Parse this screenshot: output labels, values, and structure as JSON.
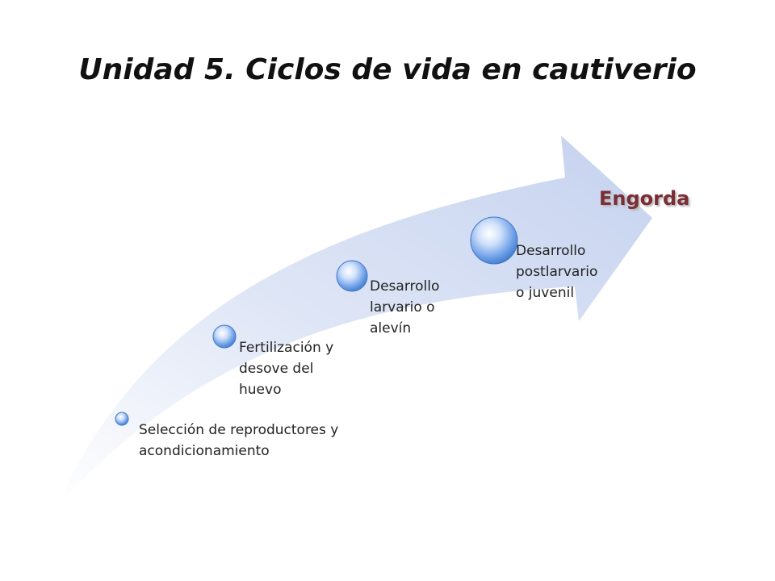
{
  "title": "Unidad 5. Ciclos de vida en cautiverio",
  "diagram": {
    "type": "process-arrow",
    "stages": [
      {
        "label": "Selección de reproductores y\nacondicionamiento"
      },
      {
        "label": "Fertilización y\ndesove del\nhuevo"
      },
      {
        "label": "Desarrollo\nlarvario o\nalevín"
      },
      {
        "label": "Desarrollo\npostlarvario\no juvenil"
      }
    ],
    "final_stage": "Engorda"
  },
  "colors": {
    "arrow_light": "#eef2fb",
    "arrow_mid": "#c9d6f1",
    "bubble": "#5b8fd8",
    "final_text": "#7a2e36"
  }
}
